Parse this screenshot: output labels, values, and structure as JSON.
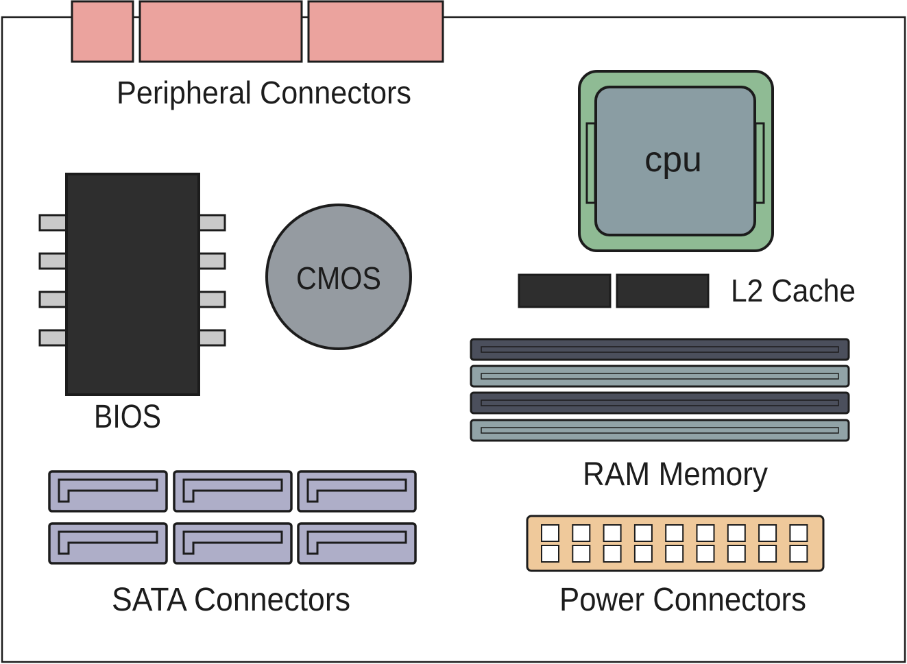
{
  "labels": {
    "peripheral": "Peripheral Connectors",
    "cpu": "cpu",
    "bios": "BIOS",
    "cmos": "CMOS",
    "l2cache": "L2 Cache",
    "ram": "RAM Memory",
    "sata": "SATA Connectors",
    "power": "Power Connectors"
  },
  "colors": {
    "board_outline": "#1c1c1c",
    "peripheral_fill": "#eba39e",
    "cpu_socket": "#8fbb94",
    "cpu_die": "#8a9da3",
    "chip_dark": "#2e2e2e",
    "pin_fill": "#c9c9c9",
    "cmos_fill": "#959ba1",
    "ram_dark": "#4b4f5c",
    "ram_light": "#91a3a7",
    "sata_fill": "#aeaec8",
    "power_fill": "#efc99b"
  }
}
